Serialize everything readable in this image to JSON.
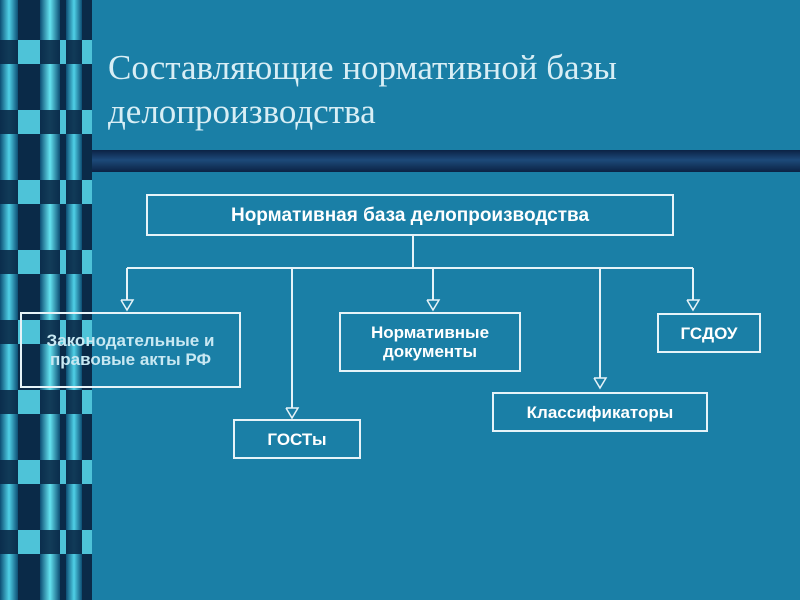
{
  "slide": {
    "title_line1": "Составляющие нормативной базы",
    "title_line2": "делопроизводства"
  },
  "diagram": {
    "root": "Нормативная база делопроизводства",
    "nodes": {
      "legal": "Законодательные и правовые акты РФ",
      "normative": "Нормативные документы",
      "gsdou": "ГСДОУ",
      "gost": "ГОСТы",
      "classifiers": "Классификаторы"
    }
  },
  "colors": {
    "background": "#1a7fa6",
    "line": "#e6f3f8",
    "text": "#ffffff"
  }
}
